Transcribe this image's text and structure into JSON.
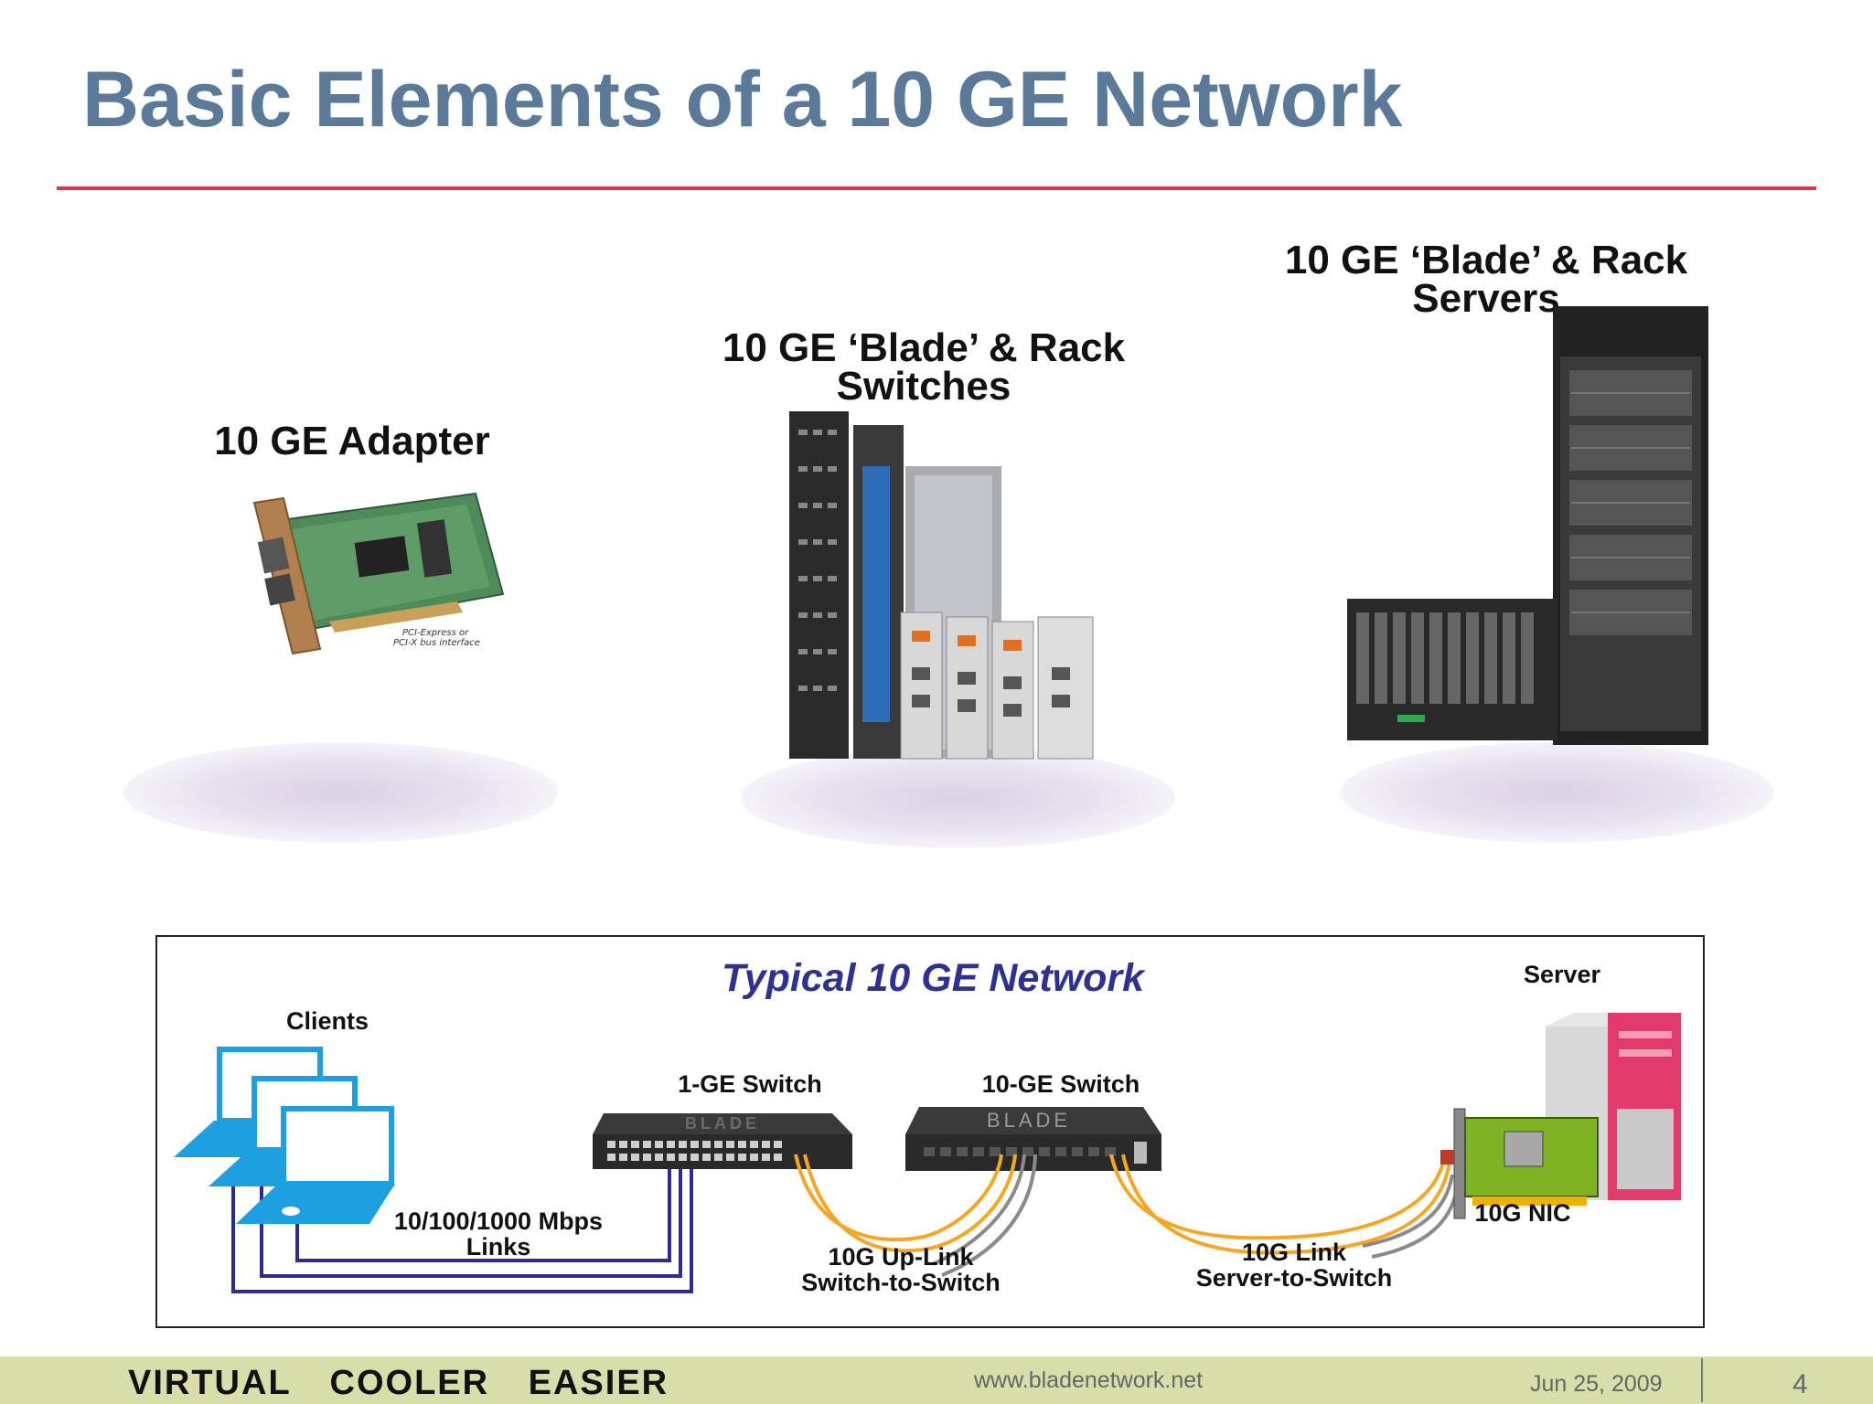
{
  "slide": {
    "title": "Basic Elements of a 10 GE Network"
  },
  "products": {
    "adapter_label": "10 GE Adapter",
    "adapter_caption_line1": "PCI-Express or",
    "adapter_caption_line2": "PCI-X bus interface",
    "switches_label_line1": "10 GE ‘Blade’ & Rack",
    "switches_label_line2": "Switches",
    "servers_label_line1": "10 GE ‘Blade’ & Rack",
    "servers_label_line2": "Servers"
  },
  "diagram": {
    "title": "Typical 10 GE Network",
    "clients_label": "Clients",
    "switch1_label": "1-GE Switch",
    "switch2_label": "10-GE Switch",
    "switch_brand": "BLADE",
    "server_label": "Server",
    "nic_label": "10G NIC",
    "links_label_line1": "10/100/1000 Mbps",
    "links_label_line2": "Links",
    "uplink_label_line1": "10G Up-Link",
    "uplink_label_line2": "Switch-to-Switch",
    "serverlink_label_line1": "10G Link",
    "serverlink_label_line2": "Server-to-Switch"
  },
  "footer": {
    "tagline": "VIRTUAL COOLER EASIER",
    "url": "www.bladenetwork.net",
    "date": "Jun 25, 2009",
    "page": "4"
  },
  "colors": {
    "title": "#5b7a99",
    "rule": "#d9364a",
    "diagram_title": "#2e3192",
    "laptop": "#1e9fe0",
    "cable_blue": "#2e2a8f",
    "cable_orange": "#f5a623",
    "cable_gray": "#7f7f7f",
    "footer_bg": "#d8ddaa"
  }
}
